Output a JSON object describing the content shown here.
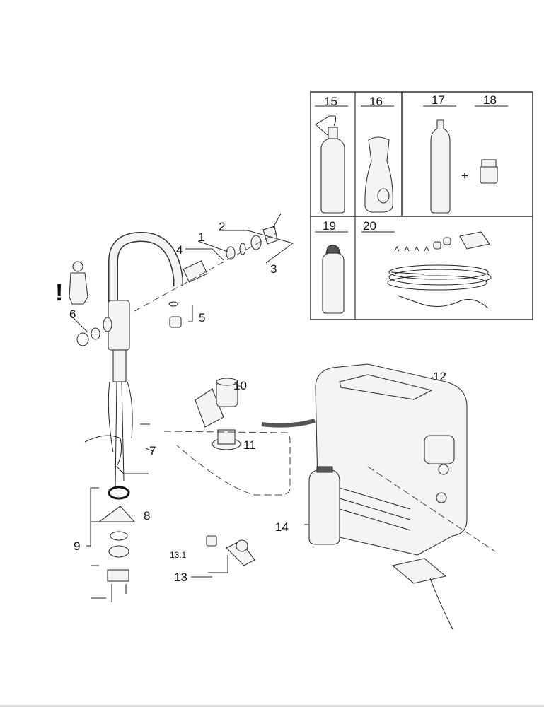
{
  "labels": {
    "p1": "1",
    "p2": "2",
    "p3": "3",
    "p4": "4",
    "p5": "5",
    "p6": "6",
    "p7": "7",
    "p8": "8",
    "p9": "9",
    "p10": "10",
    "p11": "11",
    "p12": "12",
    "p13": "13",
    "p13_1": "13.1",
    "p14": "14"
  },
  "accessories": {
    "items": [
      "15",
      "16",
      "17",
      "18",
      "19",
      "20"
    ],
    "plus": "+"
  },
  "warning": "!",
  "colors": {
    "line": "#222222",
    "frame": "#333333",
    "background": "#ffffff"
  }
}
